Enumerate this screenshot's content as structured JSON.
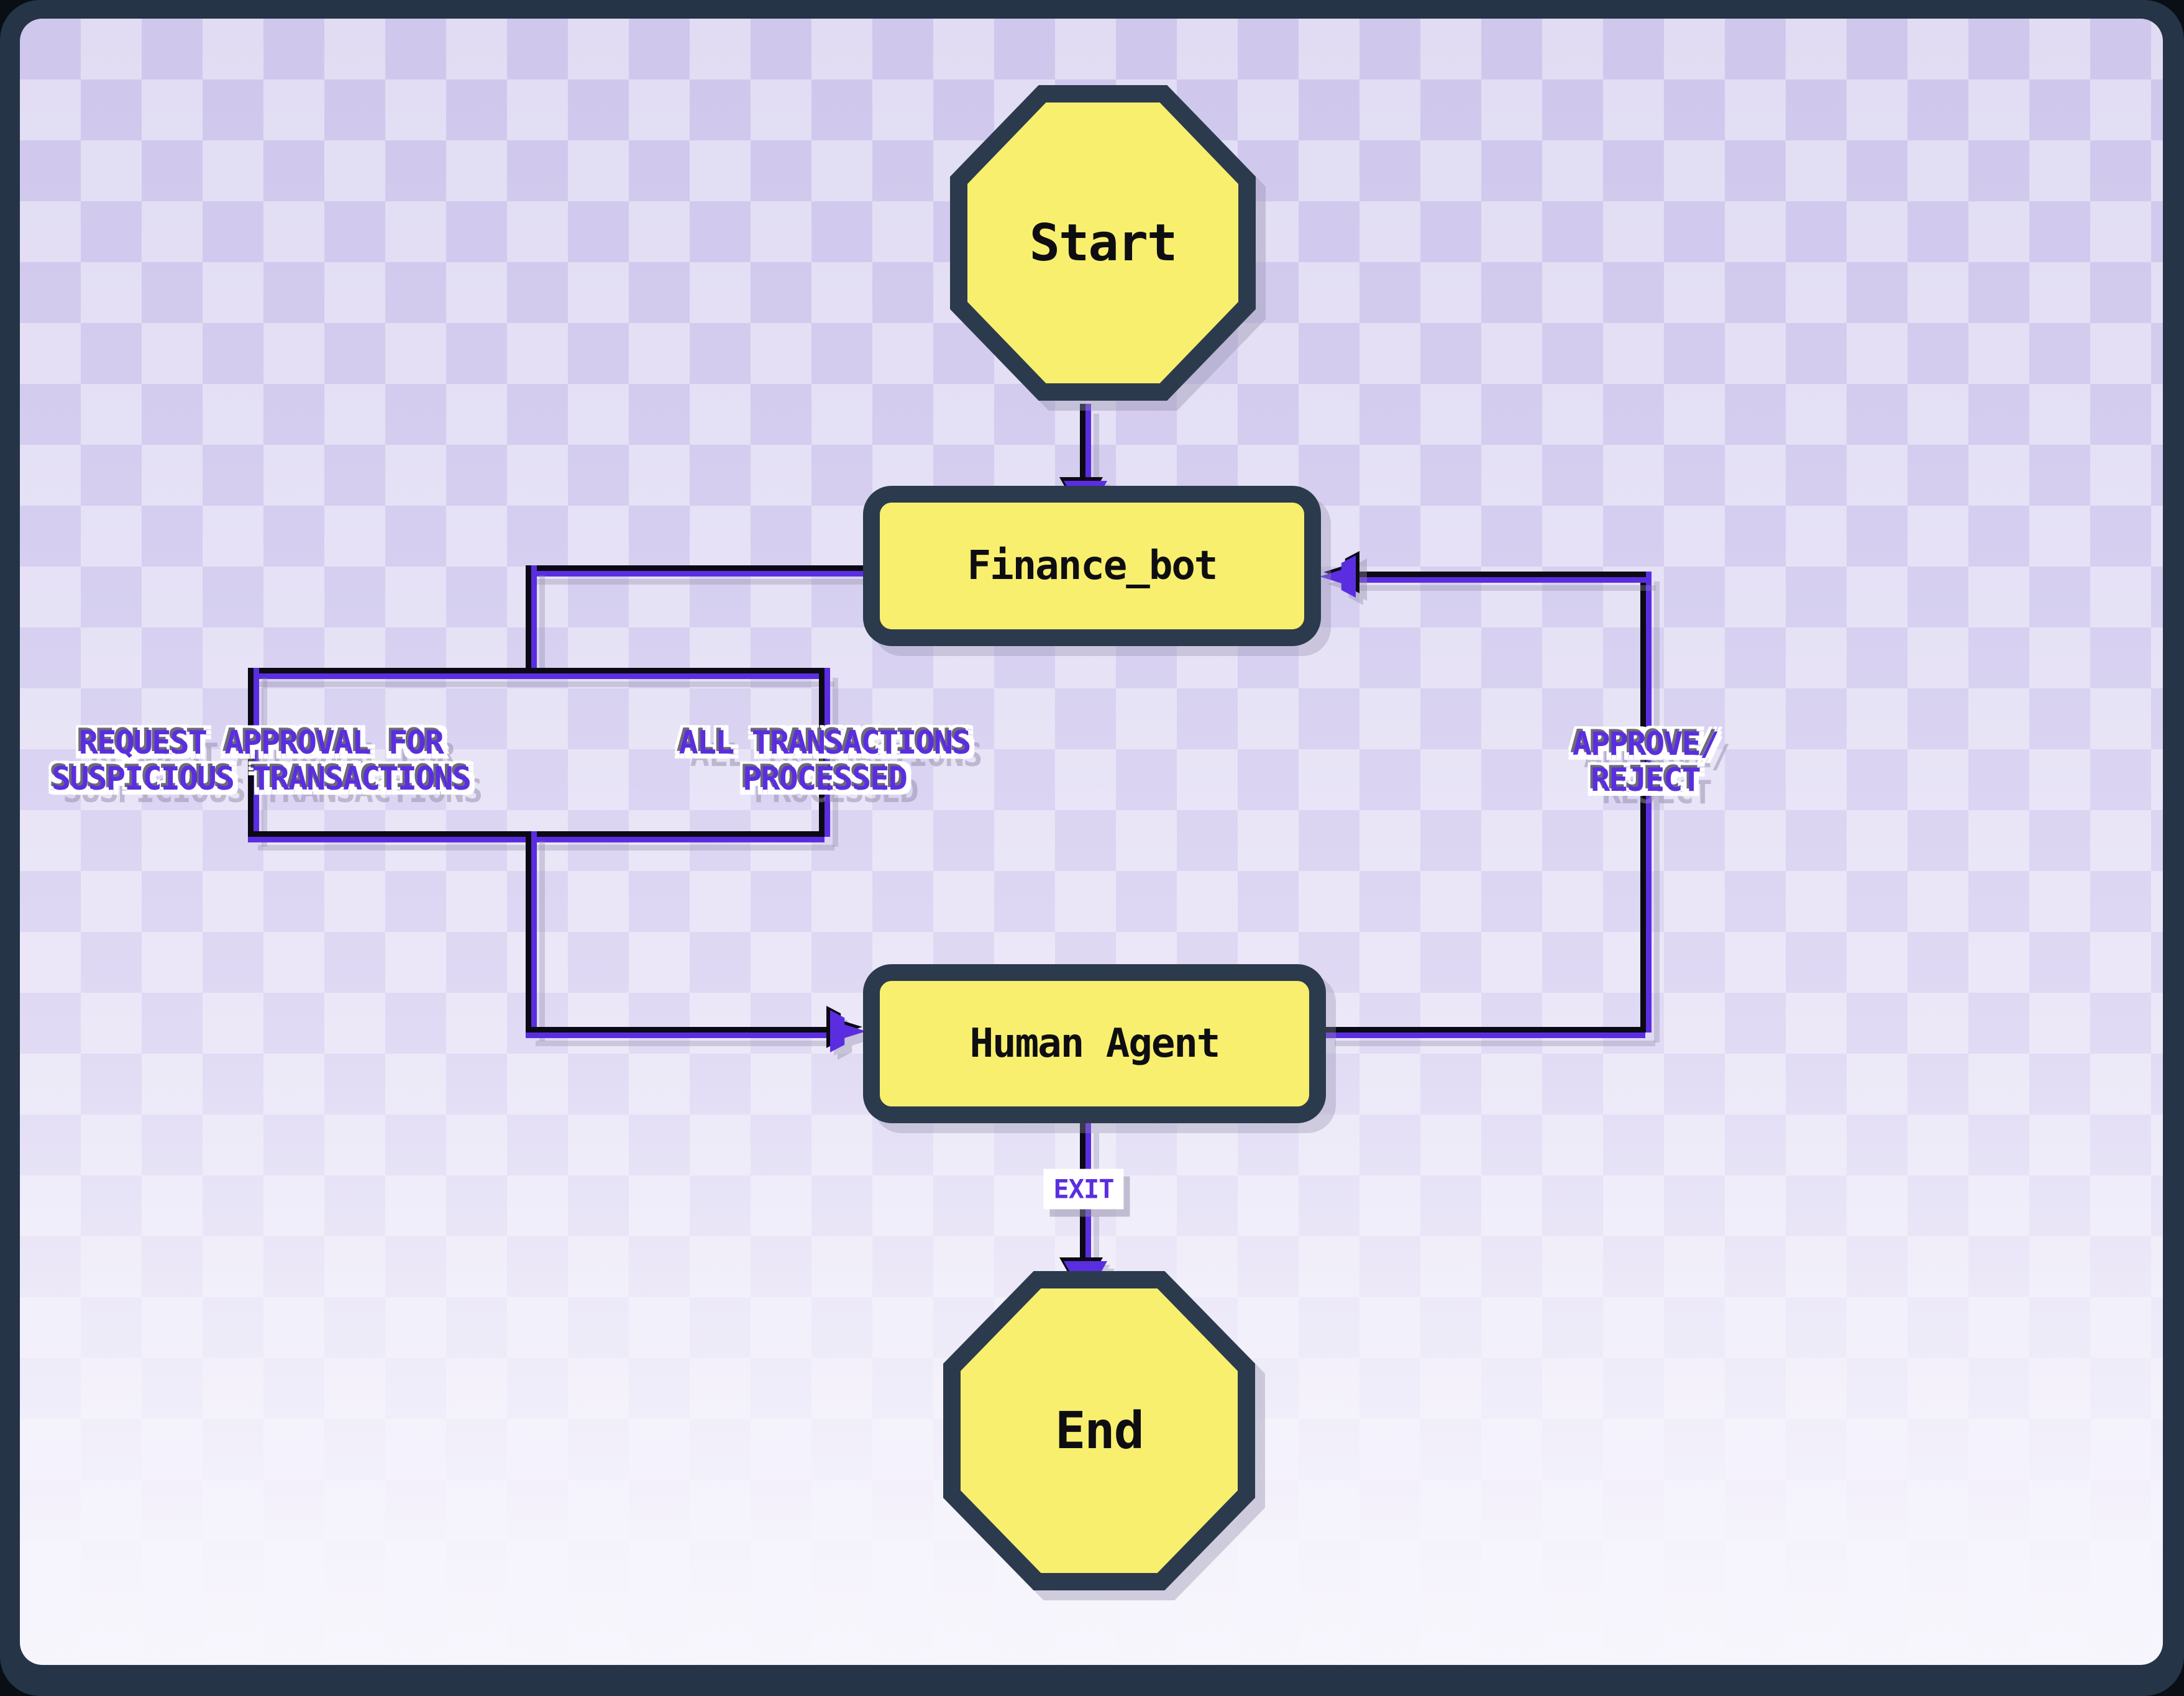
{
  "diagram": {
    "type": "flowchart",
    "style": "pixel-art",
    "colors": {
      "background": "#d6cfef",
      "frame": "#253447",
      "node_fill": "#f8ef6e",
      "node_border": "#2b3b4d",
      "edge_purple": "#5a2ee0",
      "edge_black": "#0b0a14",
      "label_text": "#5a2ee0",
      "label_outline": "#ffffff",
      "node_text": "#0e0e12"
    },
    "nodes": [
      {
        "id": "start",
        "shape": "octagon",
        "label": "Start"
      },
      {
        "id": "finance_bot",
        "shape": "rounded-rectangle",
        "label": "Finance_bot"
      },
      {
        "id": "human_agent",
        "shape": "rounded-rectangle",
        "label": "Human Agent"
      },
      {
        "id": "end",
        "shape": "octagon",
        "label": "End"
      }
    ],
    "edges": [
      {
        "from": "Start",
        "to": "Finance_bot",
        "label_lines": []
      },
      {
        "from": "Finance_bot",
        "to": "Human Agent",
        "label_lines": [
          "REQUEST APPROVAL FOR",
          "SUSPICIOUS TRANSACTIONS"
        ]
      },
      {
        "from": "Finance_bot",
        "to": "Human Agent",
        "label_lines": [
          "ALL TRANSACTIONS",
          "PROCESSED"
        ]
      },
      {
        "from": "Human Agent",
        "to": "Finance_bot",
        "label_lines": [
          "APPROVE/",
          "REJECT"
        ]
      },
      {
        "from": "Human Agent",
        "to": "End",
        "label_lines": [
          "EXIT"
        ]
      }
    ]
  }
}
